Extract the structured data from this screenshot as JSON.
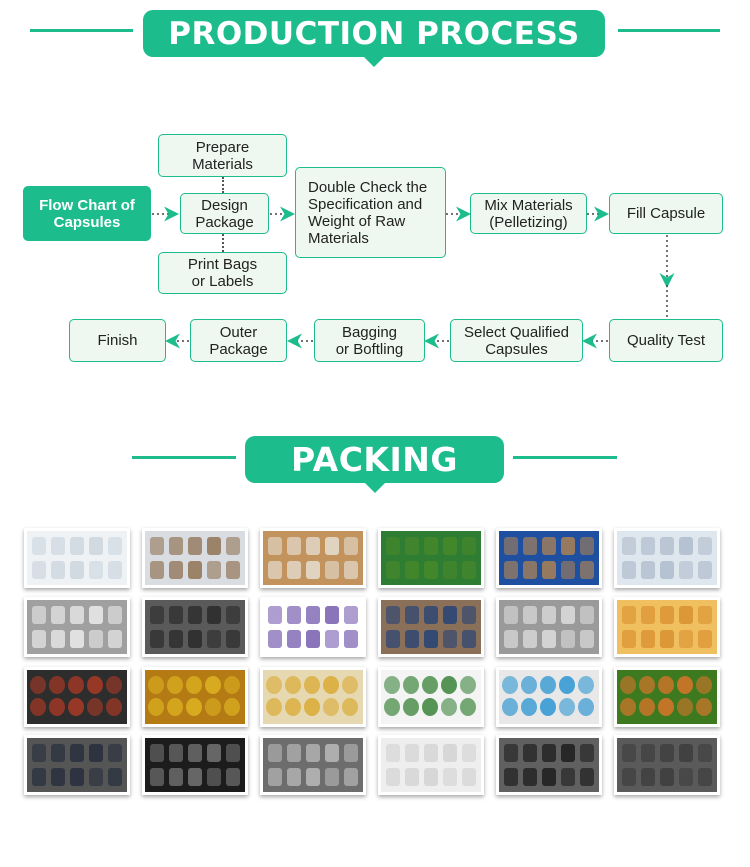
{
  "sections": {
    "production_title": "PRODUCTION PROCESS",
    "packing_title": "PACKING"
  },
  "flow": {
    "start": "Flow Chart of\nCapsules",
    "prepare": "Prepare\nMaterials",
    "design": "Design\nPackage",
    "print": "Print Bags\nor Labels",
    "double_check": "Double Check the\nSpecification and\nWeight of Raw\nMaterials",
    "mix": "Mix Materials\n(Pelletizing)",
    "fill": "Fill Capsule",
    "quality": "Quality Test",
    "select": "Select Qualified\nCapsules",
    "bagging": "Bagging\nor Boftling",
    "outer": "Outer\nPackage",
    "finish": "Finish"
  },
  "colors": {
    "accent": "#1cbc8c",
    "box_fill": "#eef8f0",
    "arrow": "#1cbc8c"
  },
  "packing_photos": [
    "warehouse-exterior-shelves",
    "factory-floor",
    "stacked-cartons",
    "green-wrapped-pallets",
    "warehouse-racks",
    "factory-building-exterior",
    "white-bottles-purple-labels",
    "bottles-in-box",
    "purple-bottles-pile",
    "white-capsules-bottle",
    "bottles-with-labels",
    "orange-capsule-jars",
    "red-gummy-bottles",
    "yellow-softgels-bottles",
    "softgel-bottles-top-view",
    "green-capsules",
    "blue-capsules",
    "orange-softgels",
    "boxed-black-bottles",
    "white-bottles-rows",
    "gray-bottles-box",
    "bottles-tray",
    "black-bottle-in-hand",
    "dark-bottles-box"
  ]
}
